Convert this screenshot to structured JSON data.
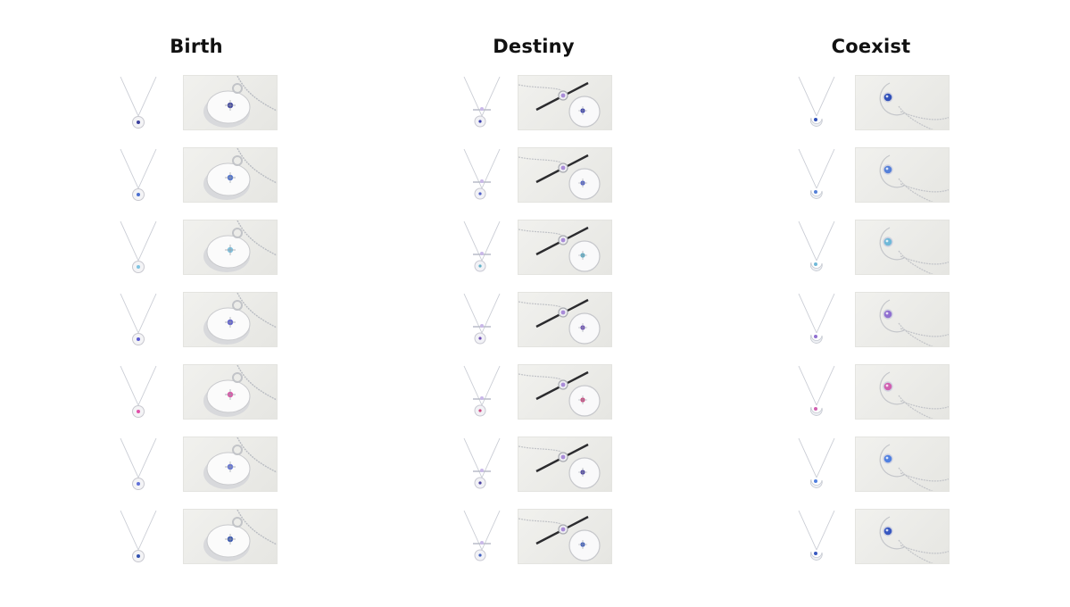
{
  "collections": [
    {
      "title": "Birth",
      "design": "disc",
      "stones": [
        "#3a3f9e",
        "#4a6fd0",
        "#7fc3e0",
        "#5a5ad0",
        "#e050a8",
        "#6070d8",
        "#3050b0"
      ]
    },
    {
      "title": "Destiny",
      "design": "toggle",
      "stones": [
        "#3a3fae",
        "#5060c8",
        "#5fb0c8",
        "#7050b8",
        "#d04880",
        "#4a40a0",
        "#4060c0"
      ]
    },
    {
      "title": "Coexist",
      "design": "moon",
      "stones": [
        "#3050b8",
        "#5580d8",
        "#70b8d8",
        "#9070d0",
        "#d060b0",
        "#5080e0",
        "#3858c0"
      ]
    }
  ]
}
